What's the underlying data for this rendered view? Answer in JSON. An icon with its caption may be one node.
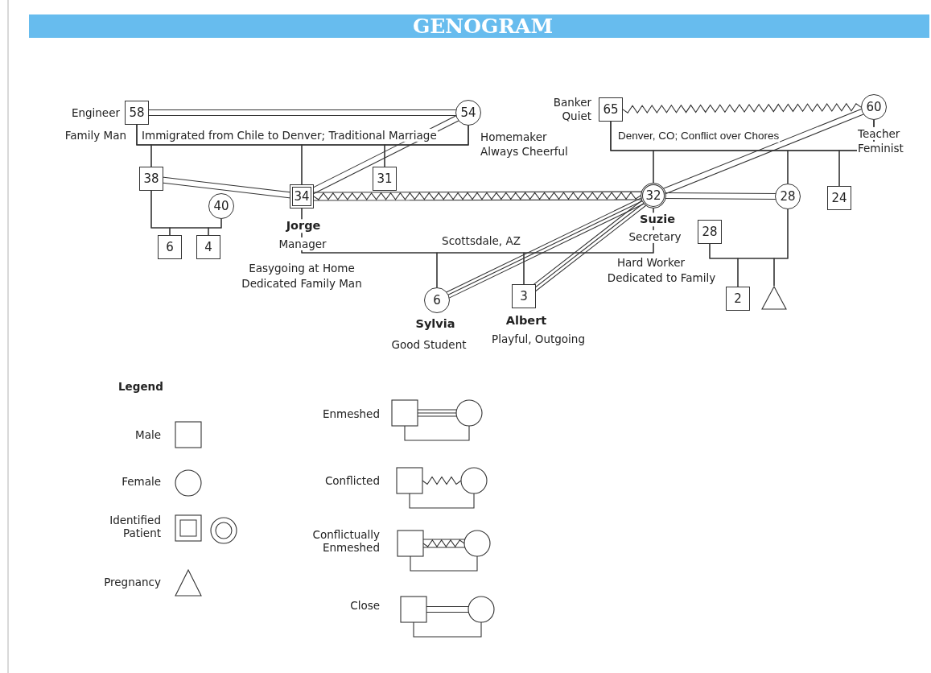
{
  "diagram": {
    "title": "GENOGRAM",
    "nodes": [
      {
        "text": [
          "58"
        ],
        "beside": [
          "Engineer",
          "Family Man"
        ]
      },
      {
        "text": [
          "54"
        ],
        "beside": [
          "Homemaker",
          "Always Cheerful"
        ]
      },
      {
        "text": [
          "65"
        ],
        "beside": [
          "Banker",
          "Quiet"
        ]
      },
      {
        "text": [
          "60"
        ],
        "beside": [
          "Teacher",
          "Feminist"
        ]
      },
      {
        "text": [
          "38"
        ]
      },
      {
        "text": [
          "40"
        ]
      },
      {
        "text": [
          "34"
        ],
        "beside": [
          "Jorge",
          "Manager",
          "Easygoing at Home",
          "Dedicated Family Man"
        ]
      },
      {
        "text": [
          "31"
        ]
      },
      {
        "text": [
          "32"
        ],
        "beside": [
          "Suzie",
          "Secretary",
          "Hard Worker",
          "Dedicated to Family"
        ]
      },
      {
        "text": [
          "28"
        ]
      },
      {
        "text": [
          "24"
        ]
      },
      {
        "text": [
          "6"
        ]
      },
      {
        "text": [
          "4"
        ]
      },
      {
        "text": [
          "28"
        ]
      },
      {
        "text": [
          "6"
        ],
        "beside": [
          "Sylvia",
          "Good Student"
        ]
      },
      {
        "text": [
          "3"
        ],
        "beside": [
          "Albert",
          "Playful, Outgoing"
        ]
      },
      {
        "text": [
          "2"
        ]
      },
      {
        "text": [],
        "shape": "triangle"
      }
    ],
    "edges": [
      {
        "from": 0,
        "to": 1,
        "arrow": "none"
      },
      {
        "from": 2,
        "to": 3,
        "arrow": "none"
      },
      {
        "from": 4,
        "to": 6,
        "arrow": "none"
      },
      {
        "from": 1,
        "to": 6,
        "arrow": "none"
      },
      {
        "from": 6,
        "to": 8,
        "arrow": "none"
      },
      {
        "from": 3,
        "to": 8,
        "arrow": "none"
      },
      {
        "from": 8,
        "to": 9,
        "arrow": "none"
      },
      {
        "from": 8,
        "to": 14,
        "arrow": "none"
      },
      {
        "from": 8,
        "to": 15,
        "arrow": "none"
      },
      {
        "from": 0,
        "to": 4,
        "arrow": "none"
      },
      {
        "from": 0,
        "to": 6,
        "arrow": "none"
      },
      {
        "from": 0,
        "to": 7,
        "arrow": "none"
      },
      {
        "from": 1,
        "to": 4,
        "arrow": "none"
      },
      {
        "from": 1,
        "to": 6,
        "arrow": "none"
      },
      {
        "from": 1,
        "to": 7,
        "arrow": "none"
      },
      {
        "from": 2,
        "to": 8,
        "arrow": "none"
      },
      {
        "from": 2,
        "to": 9,
        "arrow": "none"
      },
      {
        "from": 2,
        "to": 10,
        "arrow": "none"
      },
      {
        "from": 3,
        "to": 8,
        "arrow": "none"
      },
      {
        "from": 3,
        "to": 9,
        "arrow": "none"
      },
      {
        "from": 3,
        "to": 10,
        "arrow": "none"
      },
      {
        "from": 4,
        "to": 11,
        "arrow": "none"
      },
      {
        "from": 4,
        "to": 12,
        "arrow": "none"
      },
      {
        "from": 5,
        "to": 11,
        "arrow": "none"
      },
      {
        "from": 5,
        "to": 12,
        "arrow": "none"
      },
      {
        "from": 6,
        "to": 14,
        "arrow": "none"
      },
      {
        "from": 6,
        "to": 15,
        "arrow": "none"
      },
      {
        "from": 8,
        "to": 14,
        "arrow": "none"
      },
      {
        "from": 8,
        "to": 15,
        "arrow": "none"
      },
      {
        "from": 9,
        "to": 16,
        "arrow": "none"
      },
      {
        "from": 9,
        "to": 17,
        "arrow": "none"
      },
      {
        "from": 13,
        "to": 16,
        "arrow": "none"
      },
      {
        "from": 13,
        "to": 17,
        "arrow": "none"
      }
    ],
    "labels": [
      "Immigrated from Chile to Denver; Traditional Marriage",
      "Denver, CO; Conflict over Chores",
      "Scottsdale, AZ",
      "Legend"
    ],
    "legend": [
      {
        "text": "Male"
      },
      {
        "text": "Female"
      },
      {
        "text": "Identified Patient"
      },
      {
        "text": "Pregnancy"
      },
      {
        "text": "Enmeshed"
      },
      {
        "text": "Conflicted"
      },
      {
        "text": "Conflictually Enmeshed"
      },
      {
        "text": "Close"
      }
    ]
  }
}
